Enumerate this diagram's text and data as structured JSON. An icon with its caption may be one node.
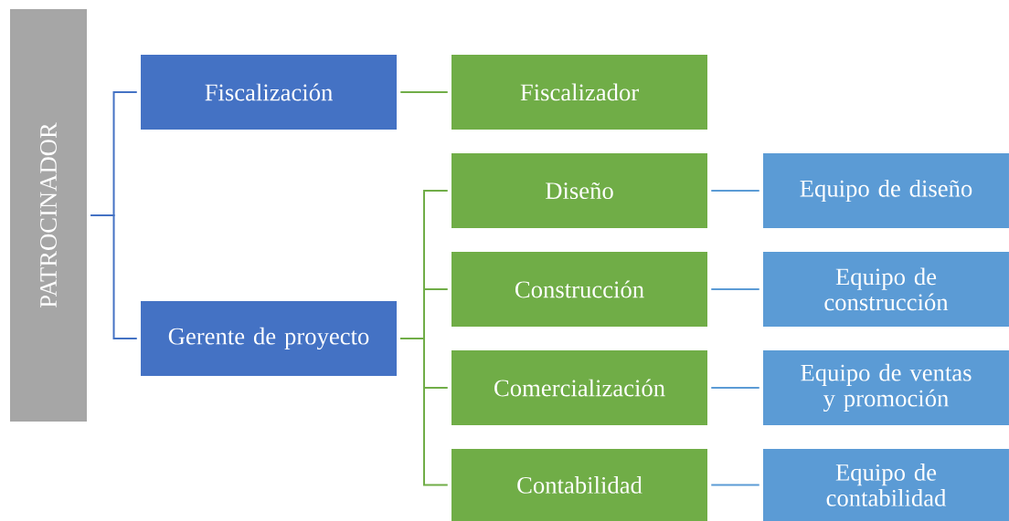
{
  "diagram": {
    "nodes": [
      {
        "text": [
          "PATROCINADOR"
        ]
      },
      {
        "text": [
          "Fiscalización"
        ]
      },
      {
        "text": [
          "Gerente de proyecto"
        ]
      },
      {
        "text": [
          "Fiscalizador"
        ]
      },
      {
        "text": [
          "Diseño"
        ]
      },
      {
        "text": [
          "Construcción"
        ]
      },
      {
        "text": [
          "Comercialización"
        ]
      },
      {
        "text": [
          "Contabilidad"
        ]
      },
      {
        "text": [
          "Equipo de diseño"
        ]
      },
      {
        "text": [
          "Equipo de construcción"
        ]
      },
      {
        "text": [
          "Equipo de ventas y promoción"
        ]
      },
      {
        "text": [
          "Equipo de contabilidad"
        ]
      }
    ],
    "edges": [
      {
        "from": 0,
        "to": 1,
        "arrow": "none",
        "color": "#4472c4"
      },
      {
        "from": 0,
        "to": 2,
        "arrow": "none",
        "color": "#4472c4"
      },
      {
        "from": 1,
        "to": 3,
        "arrow": "none"
      },
      {
        "from": 2,
        "to": 4,
        "arrow": "none"
      },
      {
        "from": 2,
        "to": 5,
        "arrow": "none"
      },
      {
        "from": 2,
        "to": 6,
        "arrow": "none"
      },
      {
        "from": 2,
        "to": 7,
        "arrow": "none"
      },
      {
        "from": 4,
        "to": 8,
        "arrow": "none",
        "color": "#5b9bd5"
      },
      {
        "from": 5,
        "to": 9,
        "arrow": "none",
        "color": "#5b9bd5"
      },
      {
        "from": 6,
        "to": 10,
        "arrow": "none",
        "color": "#5b9bd5"
      },
      {
        "from": 7,
        "to": 11,
        "arrow": "none",
        "color": "#5b9bd5"
      }
    ]
  }
}
